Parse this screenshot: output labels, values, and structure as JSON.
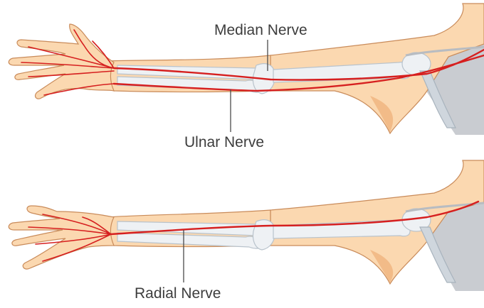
{
  "labels": {
    "median": "Median Nerve",
    "ulnar": "Ulnar Nerve",
    "radial": "Radial Nerve"
  },
  "colors": {
    "nerve": "#d61f1f",
    "skin": "#fbd8b0",
    "bone": "#eef1f4",
    "text": "#3d3d3d"
  }
}
